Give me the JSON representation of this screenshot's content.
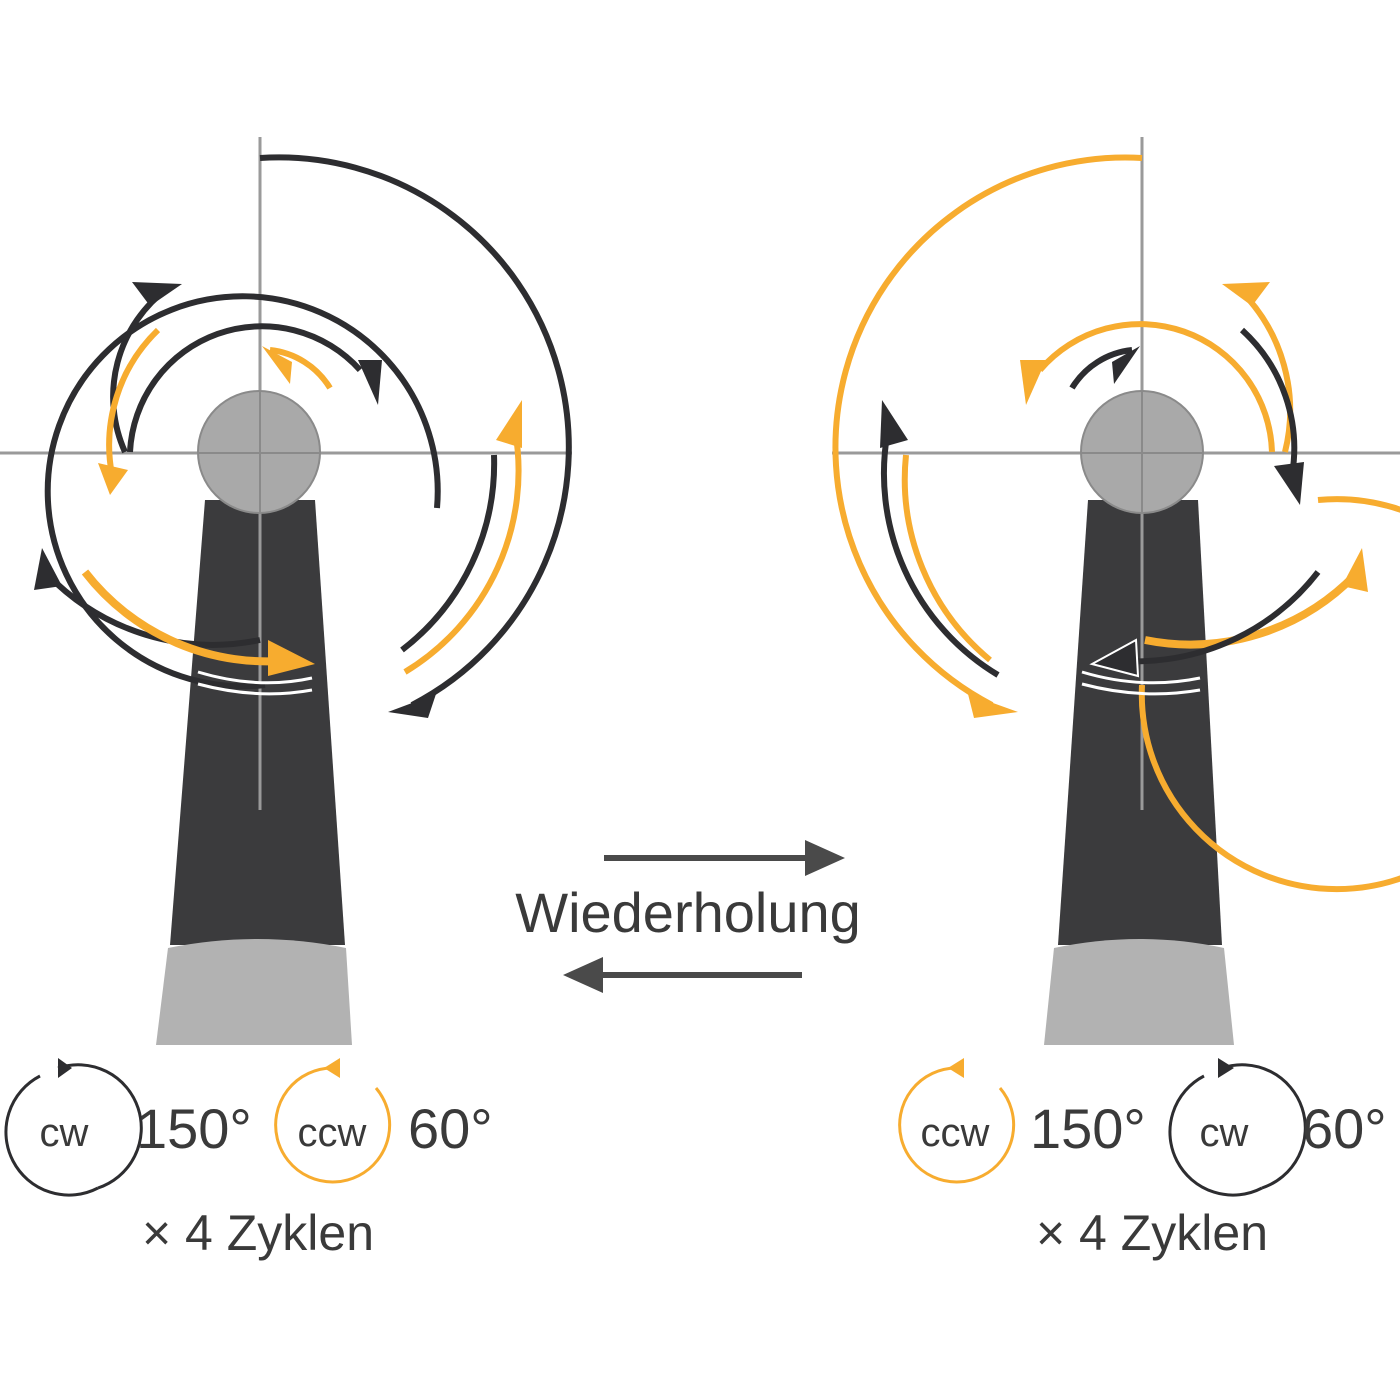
{
  "colors": {
    "dark": "#2d2d30",
    "orange": "#f7ac2f",
    "gray_axis": "#9a9a9a",
    "handle_dark": "#3b3b3d",
    "handle_light": "#b2b2b2",
    "pivot": "#a9a9a9",
    "text": "#3a3a3a"
  },
  "center": {
    "label": "Wiederholung",
    "arrow_right_icon": "arrow-right-icon",
    "arrow_left_icon": "arrow-left-icon"
  },
  "left_panel": {
    "first": {
      "direction": "cw",
      "angle": "150°",
      "color": "dark"
    },
    "second": {
      "direction": "ccw",
      "angle": "60°",
      "color": "orange"
    },
    "cycles": "× 4 Zyklen"
  },
  "right_panel": {
    "first": {
      "direction": "ccw",
      "angle": "150°",
      "color": "orange"
    },
    "second": {
      "direction": "cw",
      "angle": "60°",
      "color": "dark"
    },
    "cycles": "× 4 Zyklen"
  }
}
